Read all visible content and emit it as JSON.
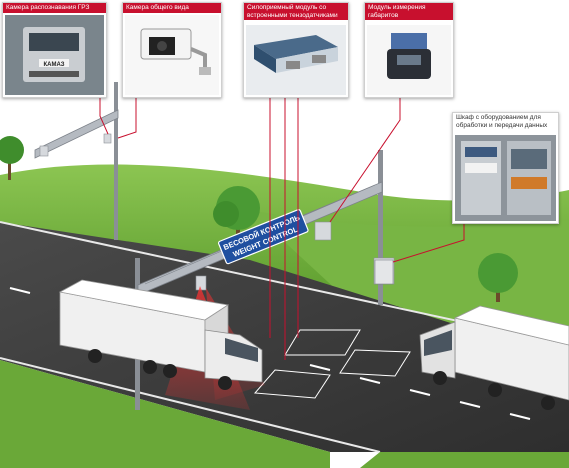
{
  "callouts": {
    "plate_camera": "Камера распознавания ГРЗ",
    "overview_camera": "Камера общего вида",
    "weigh_module": "Силоприемный модуль со встроенными тензодатчиками",
    "dimension_module": "Модуль измерения габаритов",
    "equipment_cabinet": "Шкаф с оборудованием для обработки и передачи данных"
  },
  "gantry_sign": {
    "line1": "ВЕСОВОЙ КОНТРОЛЬ",
    "line2": "WEIGHT CONTROL"
  },
  "plate_text": "КАМАЗ",
  "colors": {
    "accent_red": "#c8102e",
    "grass": "#6fae3a",
    "road": "#3c3c3c",
    "sign_blue": "#1f4fa0",
    "sky": "#ffffff"
  }
}
